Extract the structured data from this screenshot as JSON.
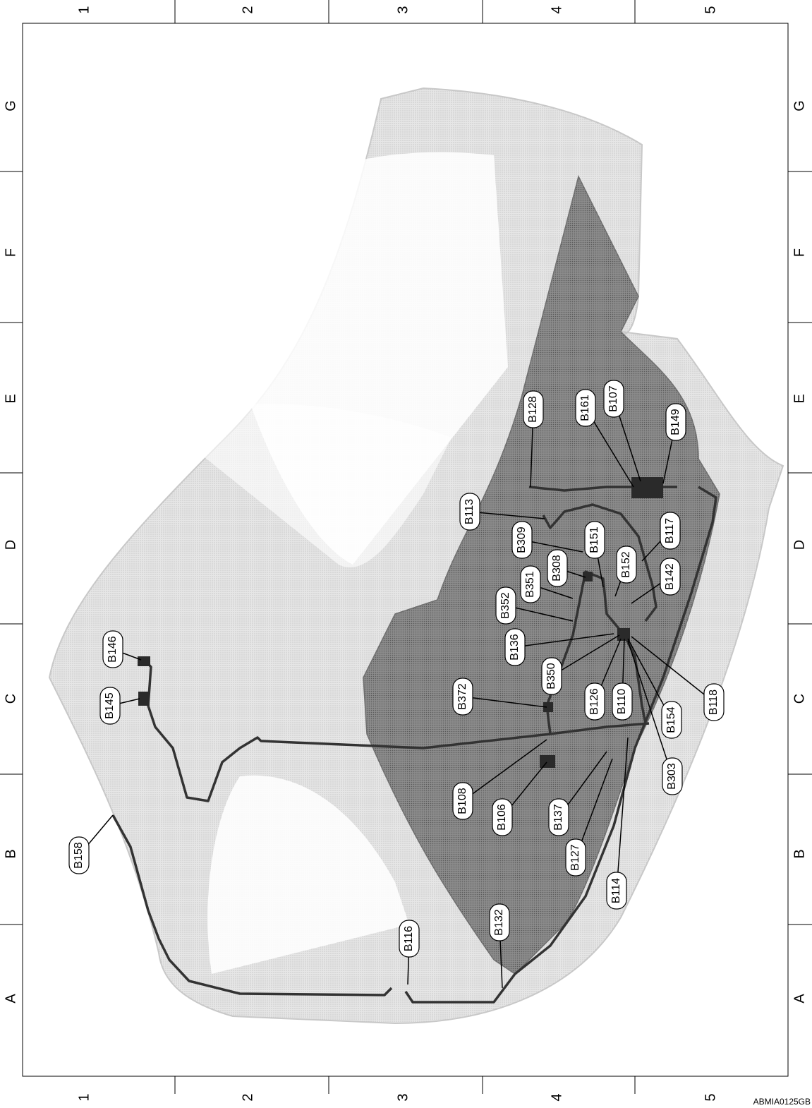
{
  "grid": {
    "numbers": [
      "1",
      "2",
      "3",
      "4",
      "5"
    ],
    "letters": [
      "A",
      "B",
      "C",
      "D",
      "E",
      "F",
      "G"
    ]
  },
  "connectors": [
    "B158",
    "B146",
    "B145",
    "B116",
    "B132",
    "B108",
    "B106",
    "B137",
    "B127",
    "B114",
    "B372",
    "B350",
    "B126",
    "B110",
    "B154",
    "B303",
    "B118",
    "B136",
    "B352",
    "B351",
    "B308",
    "B309",
    "B113",
    "B128",
    "B161",
    "B107",
    "B149",
    "B151",
    "B152",
    "B117",
    "B142"
  ],
  "figure_code": "ABMIA0125GB",
  "colors": {
    "shell": "#d6d6d6",
    "floor": "#8a8a8a",
    "harness": "#3a3a3a",
    "line": "#000000"
  }
}
